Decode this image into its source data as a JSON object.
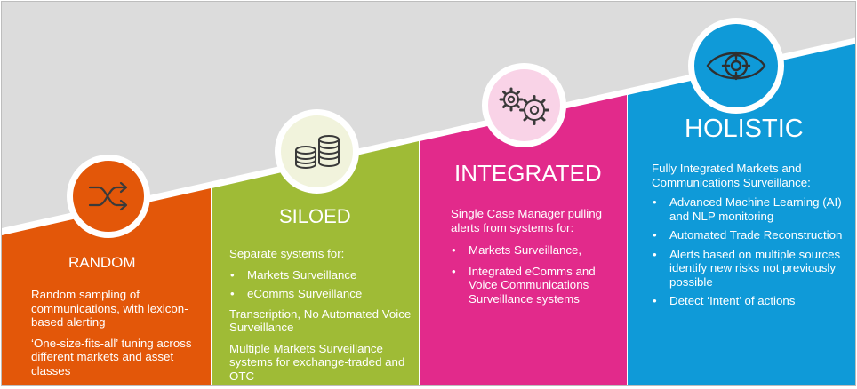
{
  "colors": {
    "random": "#e35709",
    "siloed": "#9fbb36",
    "integrated": "#e22a8b",
    "holistic": "#0f9ad8",
    "background": "#dcdcdc"
  },
  "stages": [
    {
      "title": "RANDOM",
      "icon": "shuffle-icon",
      "paragraphs": [
        "Random sampling of communications, with lexicon-based alerting",
        "‘One-size-fits-all’ tuning across different markets and asset classes"
      ]
    },
    {
      "title": "SILOED",
      "icon": "database-stacks-icon",
      "intro": "Separate systems for:",
      "bullets": [
        "Markets Surveillance",
        "eComms Surveillance"
      ],
      "paragraphs": [
        "Transcription, No Automated Voice Surveillance",
        "Multiple Markets Surveillance systems for exchange-traded and OTC"
      ]
    },
    {
      "title": "INTEGRATED",
      "icon": "gears-icon",
      "intro": "Single Case Manager pulling alerts from systems for:",
      "bullets": [
        "Markets Surveillance,",
        "Integrated eComms and Voice Communications Surveillance systems"
      ]
    },
    {
      "title": "HOLISTIC",
      "icon": "eye-icon",
      "intro": "Fully Integrated Markets and Communications Surveillance:",
      "bullets": [
        "Advanced Machine Learning (AI) and NLP monitoring",
        "Automated Trade Reconstruction",
        "Alerts based on multiple sources identify new risks not previously possible",
        "Detect ‘Intent’ of actions"
      ]
    }
  ]
}
